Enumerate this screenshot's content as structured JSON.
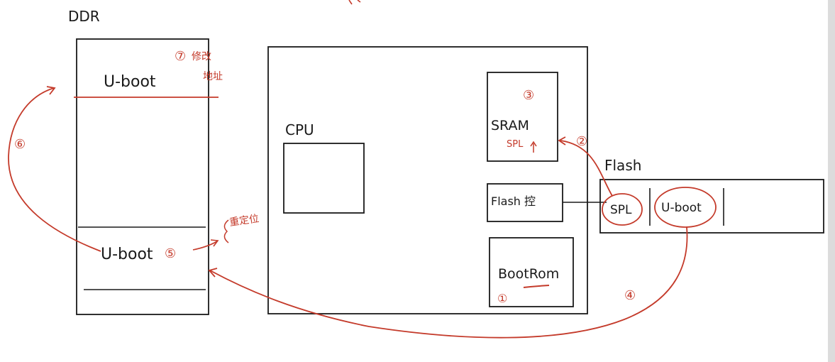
{
  "colors": {
    "ink": "#1a1a1a",
    "annotation": "#c43a2a",
    "background": "#ffffff"
  },
  "ddr": {
    "title": "DDR",
    "uboot_top_label": "U-boot",
    "uboot_bottom_label": "U-boot",
    "annotation_modify_address": "修改\n地址"
  },
  "cpu_chip": {
    "cpu_label": "CPU",
    "sram_label": "SRAM",
    "sram_spl_label": "SPL",
    "flash_ctrl_label": "Flash 控",
    "bootrom_label": "BootRom"
  },
  "flash": {
    "title": "Flash",
    "spl_label": "SPL",
    "uboot_label": "U-boot"
  },
  "annotations": {
    "relocation": "重定位",
    "step1": "①",
    "step2": "②",
    "step3": "③",
    "step4": "④",
    "step5": "⑤",
    "step6": "⑥",
    "step7": "⑦"
  }
}
